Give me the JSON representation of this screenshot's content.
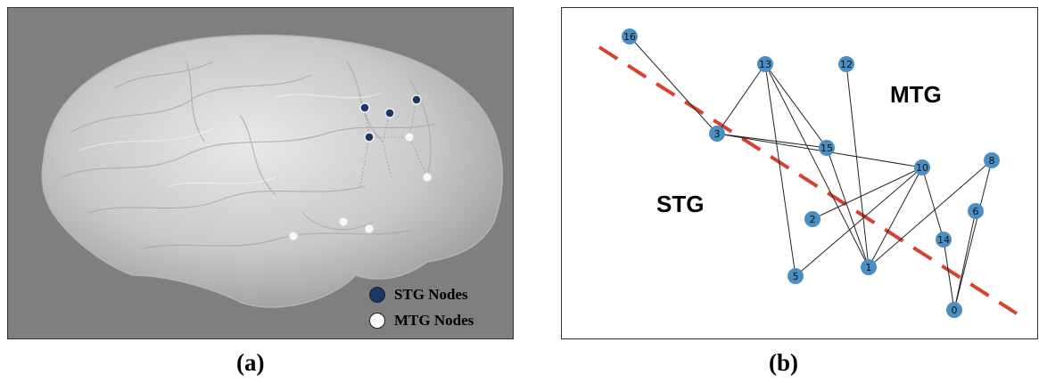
{
  "panel_a": {
    "caption": "(a)",
    "legend": [
      {
        "label": "STG Nodes",
        "color": "#1b3566"
      },
      {
        "label": "MTG Nodes",
        "color": "#ffffff"
      }
    ],
    "background_color": "#7f7f7f"
  },
  "panel_b": {
    "caption": "(b)",
    "region_labels": {
      "left": "STG",
      "right": "MTG"
    },
    "node_color": "#4a8fc4",
    "edge_color": "#222222",
    "divider_color": "#d84030",
    "nodes": [
      {
        "id": "0"
      },
      {
        "id": "1"
      },
      {
        "id": "2"
      },
      {
        "id": "3"
      },
      {
        "id": "5"
      },
      {
        "id": "6"
      },
      {
        "id": "8"
      },
      {
        "id": "10"
      },
      {
        "id": "12"
      },
      {
        "id": "13"
      },
      {
        "id": "14"
      },
      {
        "id": "15"
      },
      {
        "id": "16"
      }
    ],
    "edges": [
      [
        "16",
        "3"
      ],
      [
        "3",
        "13"
      ],
      [
        "13",
        "15"
      ],
      [
        "13",
        "1"
      ],
      [
        "13",
        "5"
      ],
      [
        "3",
        "15"
      ],
      [
        "3",
        "10"
      ],
      [
        "15",
        "1"
      ],
      [
        "12",
        "1"
      ],
      [
        "10",
        "2"
      ],
      [
        "10",
        "5"
      ],
      [
        "10",
        "1"
      ],
      [
        "10",
        "14"
      ],
      [
        "14",
        "0"
      ],
      [
        "8",
        "0"
      ],
      [
        "8",
        "1"
      ],
      [
        "6",
        "0"
      ]
    ]
  }
}
